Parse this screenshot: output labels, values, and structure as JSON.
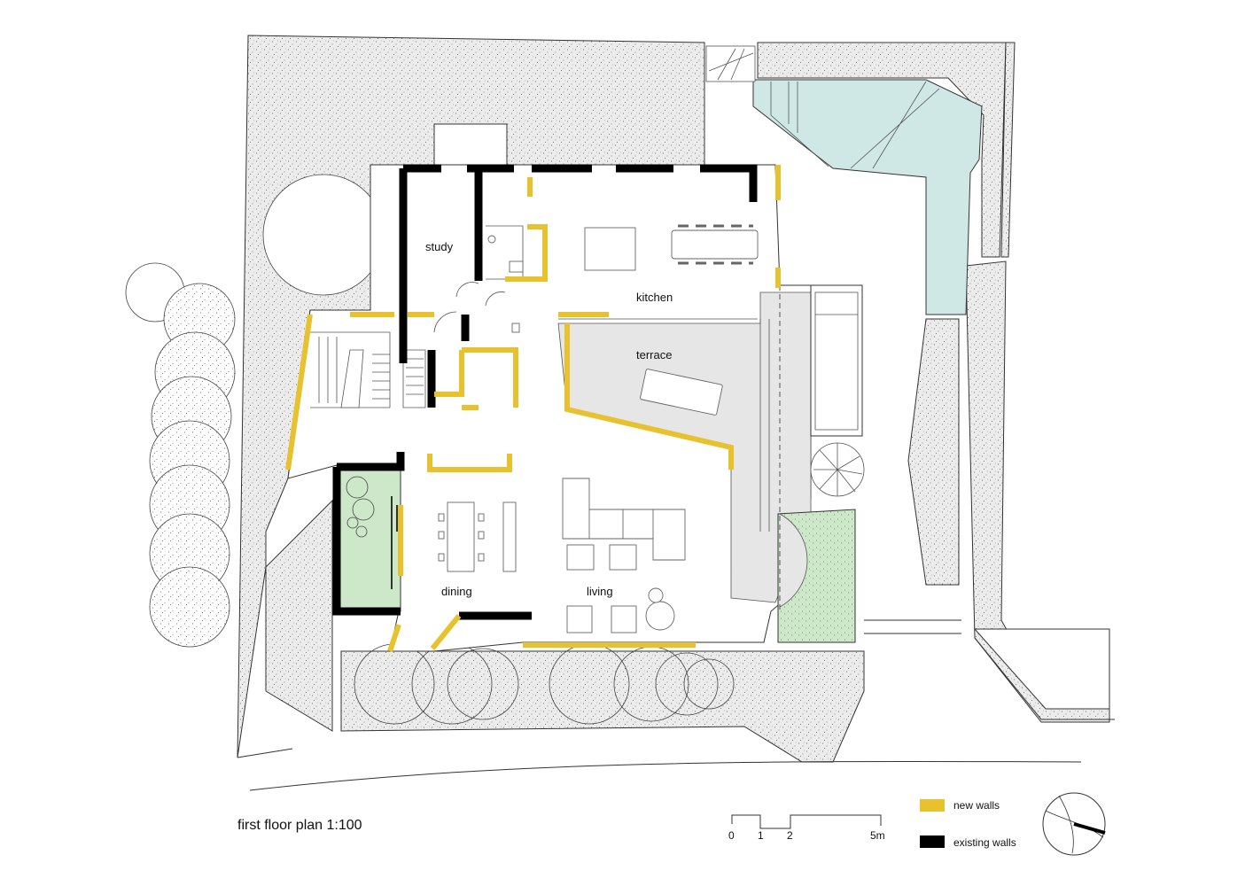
{
  "title": "first floor plan 1:100",
  "rooms": {
    "study": "study",
    "kitchen": "kitchen",
    "terrace": "terrace",
    "dining": "dining",
    "living": "living"
  },
  "legend": {
    "new_walls": "new walls",
    "existing_walls": "existing walls"
  },
  "scale_bar": {
    "ticks": [
      "0",
      "1",
      "2",
      "5m"
    ]
  },
  "colors": {
    "new_wall": "#e8c12f",
    "existing_wall": "#000000",
    "garden_green": "#cde8c8",
    "pool_blue": "#cfe8e5",
    "paving_grey": "#e6e6e6",
    "speckle_fill": "#ececec"
  },
  "icons": {
    "north_arrow": "compass-circle-icon"
  }
}
